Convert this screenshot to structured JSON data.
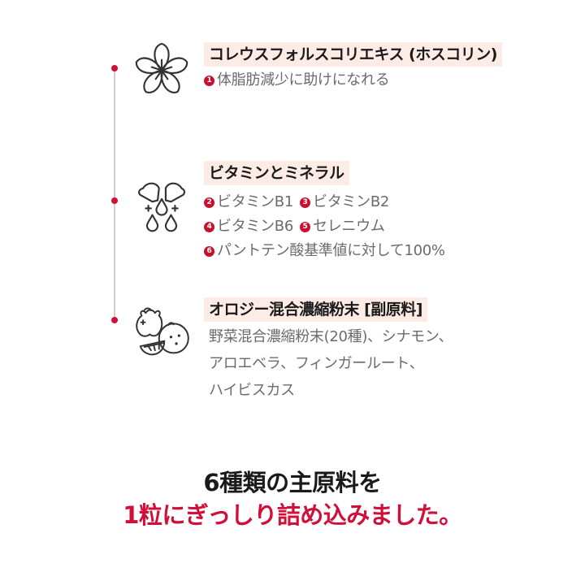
{
  "colors": {
    "accent_red": "#d0103a",
    "title_highlight": "#fdece5",
    "timeline_line": "#cfcfcf",
    "body_text": "#6b6b6b",
    "heading_text": "#1a1a1a"
  },
  "sections": [
    {
      "icon": "flower-icon",
      "title": "コレウスフォルスコリエキス (ホスコリン)",
      "lines": [
        [
          {
            "num": "1",
            "text": "体脂肪減少に助けになれる"
          }
        ]
      ]
    },
    {
      "icon": "capsule-drops-icon",
      "title": "ビタミンとミネラル",
      "lines": [
        [
          {
            "num": "2",
            "text": "ビタミンB1"
          },
          {
            "num": "3",
            "text": "ビタミンB2"
          }
        ],
        [
          {
            "num": "4",
            "text": "ビタミンB6"
          },
          {
            "num": "5",
            "text": "セレニウム"
          }
        ],
        [
          {
            "num": "6",
            "text": "パントテン酸基準値に対して100%"
          }
        ]
      ]
    },
    {
      "icon": "fruits-icon",
      "title": "オロジー混合濃縮粉末 [副原料]",
      "plain_lines": [
        "野菜混合濃縮粉末(20種)、シナモン、",
        "アロエベラ、フィンガールート、",
        "ハイビスカス"
      ]
    }
  ],
  "headline": {
    "line1": "6種類の主原料を",
    "line2": "1粒にぎっしり詰め込みました。"
  }
}
